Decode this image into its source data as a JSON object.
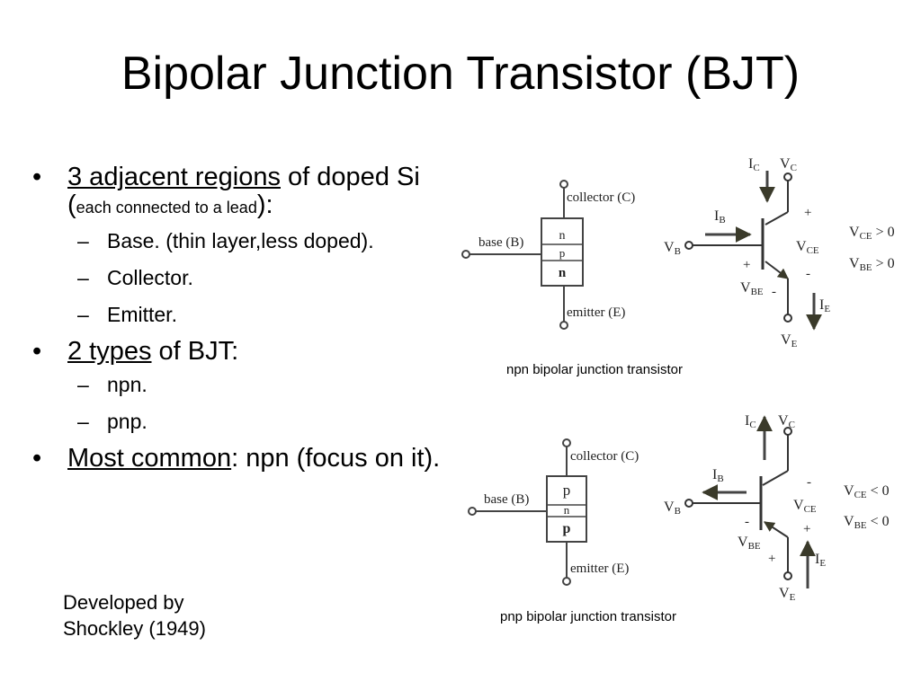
{
  "title": "Bipolar Junction Transistor (BJT)",
  "bullets": {
    "b1": {
      "u": "3 adjacent regions",
      "t1": " of doped Si (",
      "small": "each connected to a lead",
      "t2": "):"
    },
    "b1_sub": [
      "Base. (thin layer,less doped).",
      "Collector.",
      "Emitter."
    ],
    "b2": {
      "u": "2 types",
      "t": " of BJT:"
    },
    "b2_sub": [
      "npn.",
      "pnp."
    ],
    "b3": {
      "u": "Most common",
      "t": ": npn (focus on it)."
    }
  },
  "footer": {
    "line1": "Developed by",
    "line2": "Shockley (1949)"
  },
  "bullet_glyph": "•",
  "dash_glyph": "–",
  "npn": {
    "caption": "npn bipolar junction transistor",
    "collector": "collector (C)",
    "base": "base (B)",
    "emitter": "emitter (E)",
    "layers": [
      "n",
      "p",
      "n"
    ],
    "ic": "I",
    "ic_sub": "C",
    "vc": "V",
    "vc_sub": "C",
    "ib": "I",
    "ib_sub": "B",
    "vb": "V",
    "vb_sub": "B",
    "vce": "V",
    "vce_sub": "CE",
    "vbe": "V",
    "vbe_sub": "BE",
    "ie": "I",
    "ie_sub": "E",
    "ve": "V",
    "ve_sub": "E",
    "plus": "+",
    "minus": "-",
    "cond1": "V",
    "cond1_sub": "CE",
    "cond1_tail": " > 0",
    "cond2": "V",
    "cond2_sub": "BE",
    "cond2_tail": " > 0"
  },
  "pnp": {
    "caption": "pnp bipolar junction transistor",
    "collector": "collector (C)",
    "base": "base (B)",
    "emitter": "emitter (E)",
    "layers": [
      "p",
      "n",
      "p"
    ],
    "ic": "I",
    "ic_sub": "C",
    "vc": "V",
    "vc_sub": "C",
    "ib": "I",
    "ib_sub": "B",
    "vb": "V",
    "vb_sub": "B",
    "vce": "V",
    "vce_sub": "CE",
    "vbe": "V",
    "vbe_sub": "BE",
    "ie": "I",
    "ie_sub": "E",
    "ve": "V",
    "ve_sub": "E",
    "plus": "+",
    "minus": "-",
    "cond1": "V",
    "cond1_sub": "CE",
    "cond1_tail": " < 0",
    "cond2": "V",
    "cond2_sub": "BE",
    "cond2_tail": " < 0"
  }
}
